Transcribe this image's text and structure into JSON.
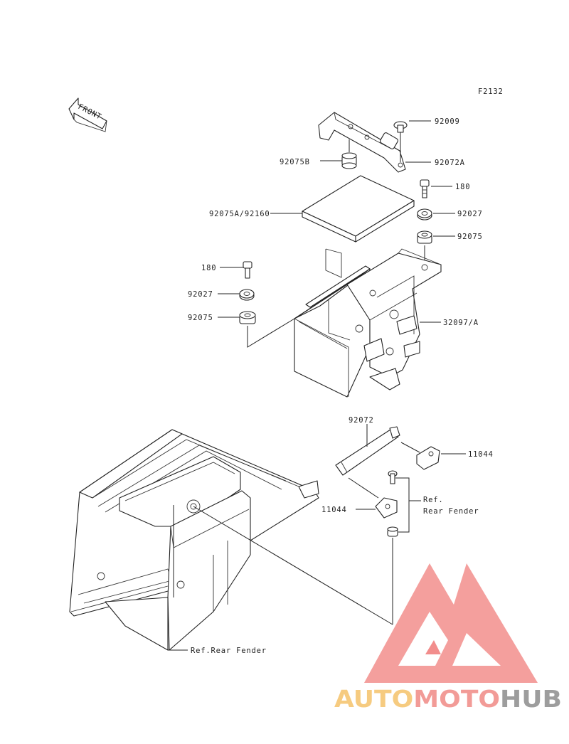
{
  "figure_code": "F2132",
  "front_label": "FRONT",
  "parts": {
    "p92009": "92009",
    "p92075B": "92075B",
    "p92072A": "92072A",
    "p180_right": "180",
    "p92075A_92160": "92075A/92160",
    "p92027_right": "92027",
    "p92075_right": "92075",
    "p180_left": "180",
    "p92027_left": "92027",
    "p92075_left": "92075",
    "p32097A": "32097/A",
    "p92072": "92072",
    "p11044_right": "11044",
    "p11044_left": "11044"
  },
  "references": {
    "ref_line1": "Ref.",
    "ref_line2": "Rear Fender",
    "ref_bottom": "Ref.Rear Fender"
  },
  "watermark": {
    "part1": "AUTO",
    "part2": "MOTO",
    "part3": "HUB",
    "colors": {
      "auto": "#f5c36b",
      "moto": "#f08a86",
      "hub": "#8c8c8c",
      "triangle": "#f07a78"
    }
  }
}
